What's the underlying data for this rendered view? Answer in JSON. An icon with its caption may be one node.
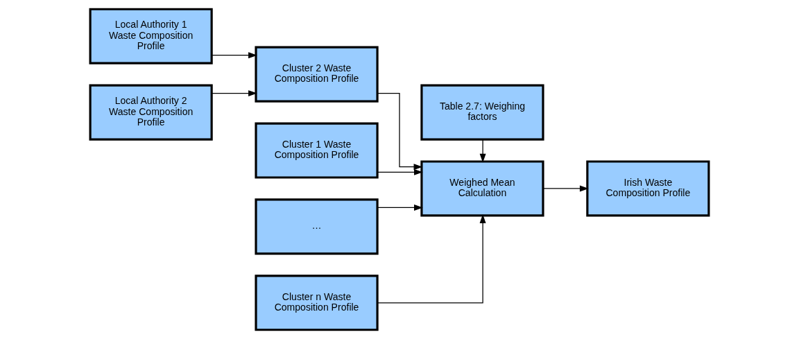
{
  "diagram": {
    "nodes": [
      {
        "text": [
          "Local Authority 1 Waste Composition Profile"
        ]
      },
      {
        "text": [
          "Local Authority 2 Waste Composition Profile"
        ]
      },
      {
        "text": [
          "Cluster 1 Waste Composition Profile"
        ]
      },
      {
        "text": [
          "Cluster 2 Waste Composition Profile"
        ]
      },
      {
        "text": [
          "…"
        ]
      },
      {
        "text": [
          "Cluster n Waste Composition Profile"
        ]
      },
      {
        "text": [
          "Table 2.7: Weighing factors"
        ]
      },
      {
        "text": [
          "Weighed Mean Calculation"
        ]
      },
      {
        "text": [
          "Irish Waste Composition Profile"
        ]
      }
    ],
    "edges": [
      {
        "from": 0,
        "to": 3,
        "arrow": "to"
      },
      {
        "from": 1,
        "to": 3,
        "arrow": "to"
      },
      {
        "from": 2,
        "to": 7,
        "arrow": "to"
      },
      {
        "from": 3,
        "to": 7,
        "arrow": "to"
      },
      {
        "from": 4,
        "to": 7,
        "arrow": "to"
      },
      {
        "from": 5,
        "to": 7,
        "arrow": "to"
      },
      {
        "from": 6,
        "to": 7,
        "arrow": "to"
      },
      {
        "from": 7,
        "to": 8,
        "arrow": "to"
      }
    ]
  }
}
